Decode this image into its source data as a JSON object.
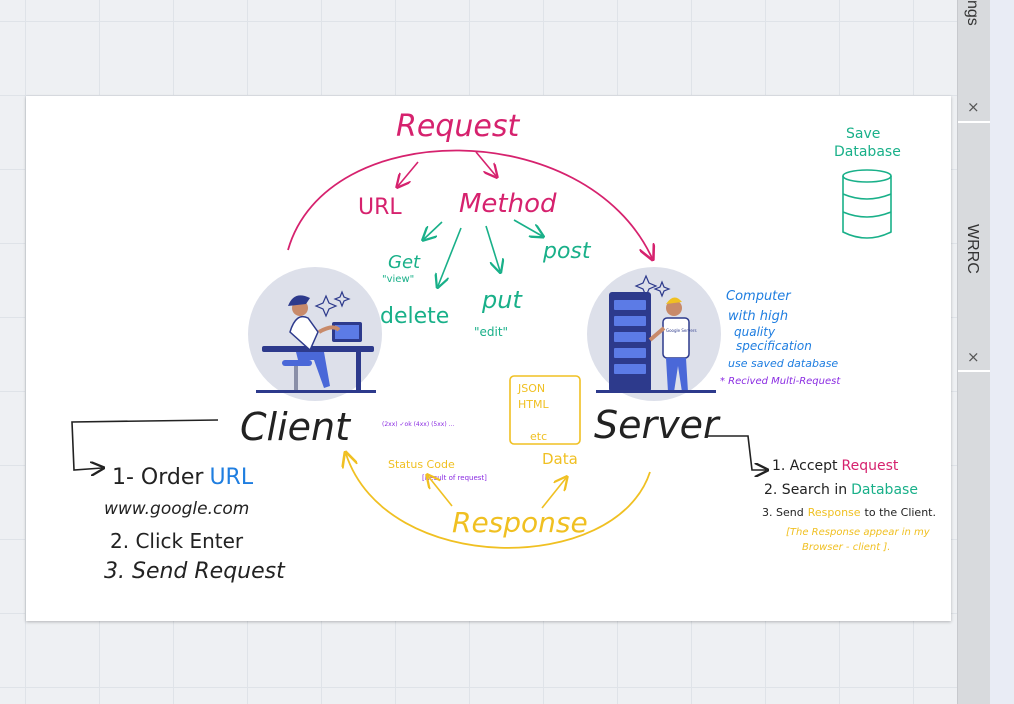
{
  "side_panel": {
    "tab_top_label": "ngs",
    "tab_mid_label": "WRRC",
    "close_glyph": "×"
  },
  "diagram": {
    "request_title": "Request",
    "url_label": "URL",
    "method_label": "Method",
    "method_get": "Get",
    "method_get_note": "\"view\"",
    "method_delete": "delete",
    "method_put": "put",
    "method_put_note": "\"edit\"",
    "method_post": "post",
    "client_label": "Client",
    "server_label": "Server",
    "response_label": "Response",
    "status_code_label": "Status Code",
    "status_code_note": "[Result of request]",
    "status_codes_note": "(2xx) ✓ok (4xx) (5xx) ...",
    "data_label": "Data",
    "data_box_line1": "JSON",
    "data_box_line2": "HTML",
    "data_box_line3": "etc",
    "save_database_line1": "Save",
    "save_database_line2": "Database",
    "server_note_line1": "Computer",
    "server_note_line2": "with high",
    "server_note_line3": "quality",
    "server_note_line4": "specification",
    "server_note_line5": "use saved database",
    "server_note_line6": "* Recived Multi-Request",
    "server_shirt_text": "Google Servers",
    "client_steps": {
      "step1_prefix": "1- Order",
      "step1_url": "URL",
      "url_example": "www.google.com",
      "step2": "2. Click Enter",
      "step3": "3. Send Request"
    },
    "server_steps": {
      "step1_prefix": "1. Accept",
      "step1_highlight": "Request",
      "step2_prefix": "2. Search in",
      "step2_highlight": "Database",
      "step3_prefix": "3. Send",
      "step3_highlight": "Response",
      "step3_suffix": "to the Client.",
      "note_line1": "[The Response appear in my",
      "note_line2": "Browser - client ]."
    }
  },
  "colors": {
    "request": "#d6226e",
    "method": "#19b089",
    "response": "#f0c022",
    "server_note": "#1f7ee0",
    "purple_note": "#8a2be2",
    "ink": "#222222"
  }
}
